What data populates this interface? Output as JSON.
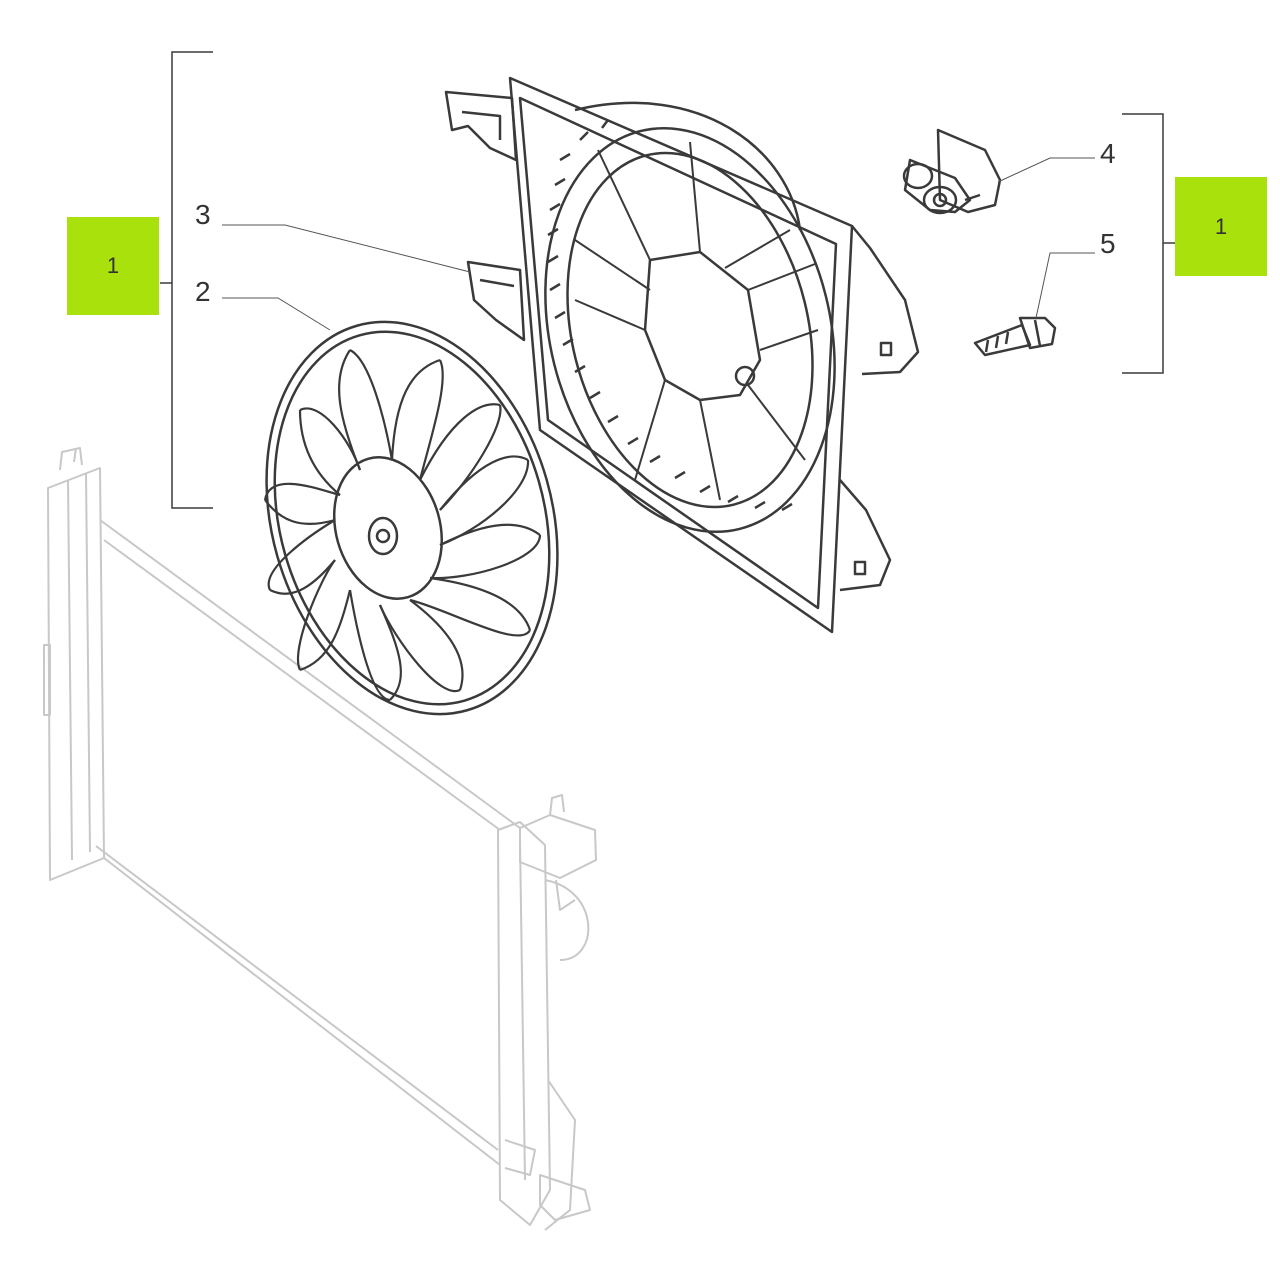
{
  "colors": {
    "badge": "#a8e10c",
    "line": "#3a3a3a",
    "faded_line": "#c8c8c8",
    "text": "#333333"
  },
  "callouts": {
    "badge_left": "1",
    "badge_right": "1",
    "label_2": "2",
    "label_3": "3",
    "label_4": "4",
    "label_5": "5"
  }
}
